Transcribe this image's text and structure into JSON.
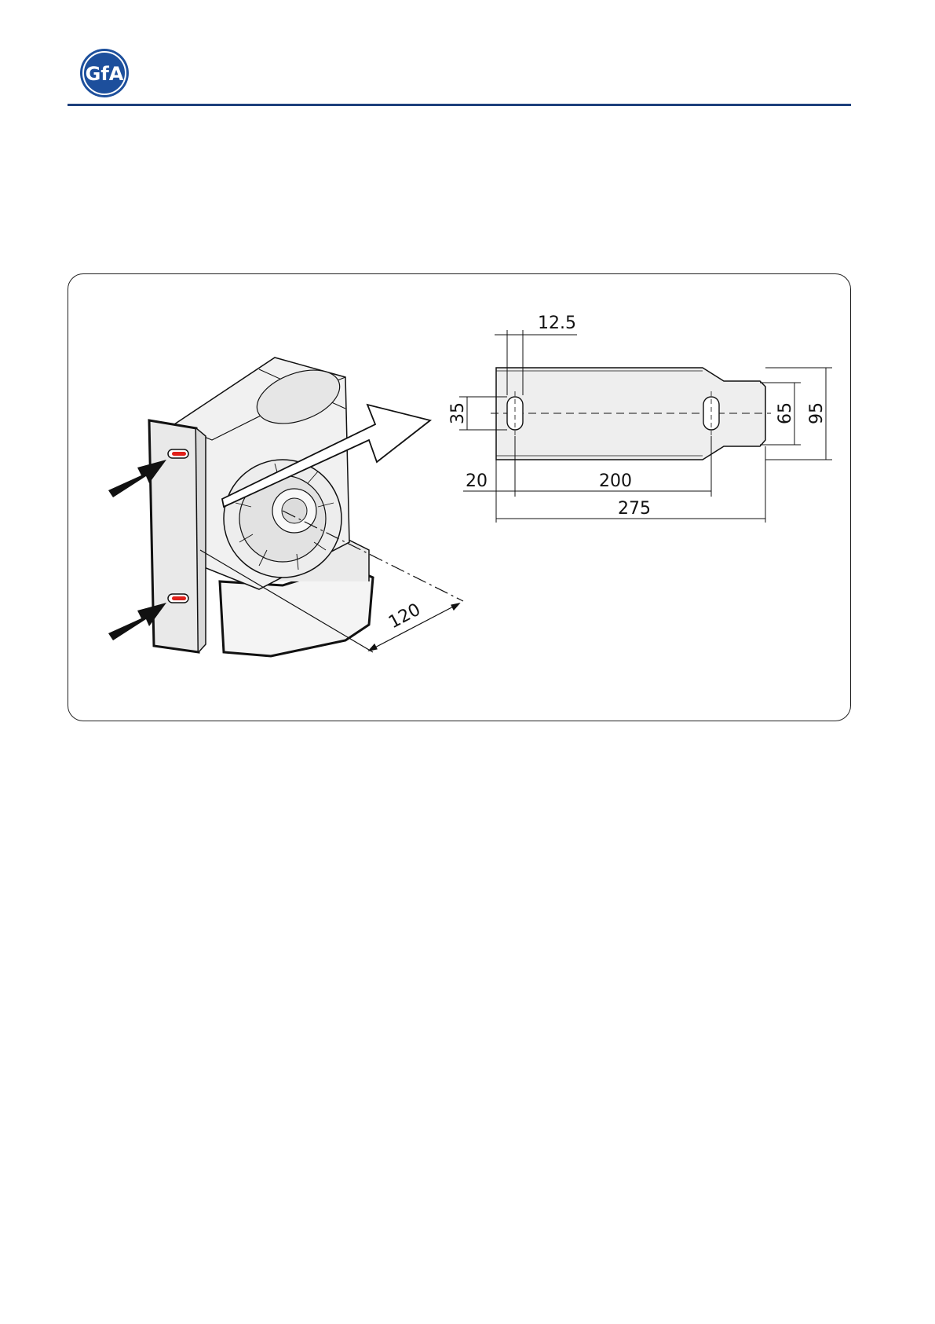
{
  "header": {
    "logo_text": "GfA",
    "logo_color": "#1d4f9c",
    "rule_color": "#1d3f7c"
  },
  "figure": {
    "dimensions": {
      "slot_width": "12.5",
      "slot_span": "35",
      "edge_offset": "20",
      "slot_spacing": "200",
      "total_length": "275",
      "flange_height": "65",
      "total_height": "95",
      "depth": "120"
    },
    "accent_color": "#e0201a"
  }
}
